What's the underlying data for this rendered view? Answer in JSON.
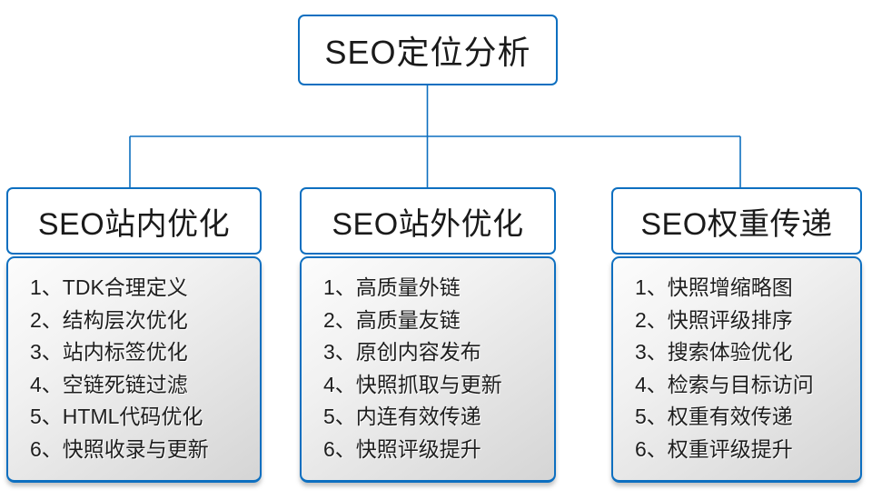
{
  "diagram_title": "SEO定位分析",
  "accent_color": "#0d6fc0",
  "node_fill": "#ffffff",
  "list_gradient": [
    "#fcfcfc",
    "#d5d5d5"
  ],
  "text_color": "#1a1a1a",
  "root": {
    "label": "SEO定位分析"
  },
  "columns": [
    {
      "header": "SEO站内优化",
      "items": [
        "1、TDK合理定义",
        "2、结构层次优化",
        "3、站内标签优化",
        "4、空链死链过滤",
        "5、HTML代码优化",
        "6、快照收录与更新"
      ]
    },
    {
      "header": "SEO站外优化",
      "items": [
        "1、高质量外链",
        "2、高质量友链",
        "3、原创内容发布",
        "4、快照抓取与更新",
        "5、内连有效传递",
        "6、快照评级提升"
      ]
    },
    {
      "header": "SEO权重传递",
      "items": [
        "1、快照增缩略图",
        "2、快照评级排序",
        "3、搜索体验优化",
        "4、检索与目标访问",
        "5、权重有效传递",
        "6、权重评级提升"
      ]
    }
  ]
}
